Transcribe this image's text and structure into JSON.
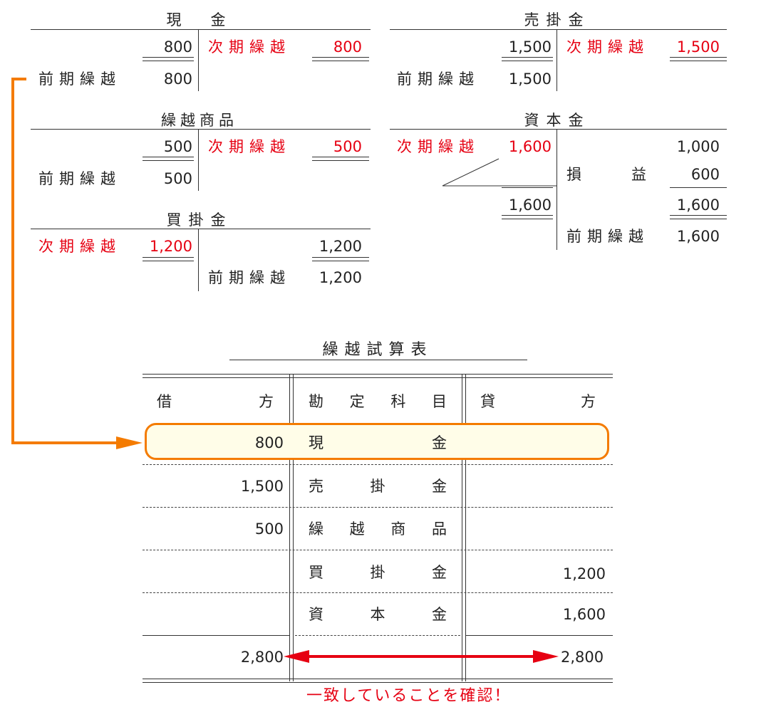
{
  "ledgers": {
    "cash": {
      "title": "現　金",
      "cr_carry_label": "次期繰越",
      "cr_carry_amount": "800",
      "dr_amount": "800",
      "dr_brought_label": "前期繰越",
      "dr_brought_amount": "800"
    },
    "receivables": {
      "title": "売掛金",
      "cr_carry_label": "次期繰越",
      "cr_carry_amount": "1,500",
      "dr_amount": "1,500",
      "dr_brought_label": "前期繰越",
      "dr_brought_amount": "1,500"
    },
    "inventory": {
      "title": "繰越商品",
      "cr_carry_label": "次期繰越",
      "cr_carry_amount": "500",
      "dr_amount": "500",
      "dr_brought_label": "前期繰越",
      "dr_brought_amount": "500"
    },
    "capital": {
      "title": "資本金",
      "dr_carry_label": "次期繰越",
      "dr_carry_amount": "1,600",
      "cr_amount": "1,000",
      "profit_label": "損　益",
      "profit_amount": "600",
      "dr_total": "1,600",
      "cr_total": "1,600",
      "cr_brought_label": "前期繰越",
      "cr_brought_amount": "1,600"
    },
    "payables": {
      "title": "買掛金",
      "dr_carry_label": "次期繰越",
      "dr_carry_amount": "1,200",
      "cr_amount": "1,200",
      "cr_brought_label": "前期繰越",
      "cr_brought_amount": "1,200"
    }
  },
  "trial_balance": {
    "title": "繰越試算表",
    "headers": {
      "debit": [
        "借",
        "方"
      ],
      "account": [
        "勘",
        "定",
        "科",
        "目"
      ],
      "credit": [
        "貸",
        "方"
      ]
    },
    "rows": [
      {
        "debit": "800",
        "account": [
          "現",
          "金"
        ],
        "credit": ""
      },
      {
        "debit": "1,500",
        "account": [
          "売",
          "掛",
          "金"
        ],
        "credit": ""
      },
      {
        "debit": "500",
        "account": [
          "繰",
          "越",
          "商",
          "品"
        ],
        "credit": ""
      },
      {
        "debit": "",
        "account": [
          "買",
          "掛",
          "金"
        ],
        "credit": "1,200"
      },
      {
        "debit": "",
        "account": [
          "資",
          "本",
          "金"
        ],
        "credit": "1,600"
      }
    ],
    "totals": {
      "debit": "2,800",
      "credit": "2,800"
    }
  },
  "note": "一致していることを確認！",
  "colors": {
    "red": "#e60012",
    "orange": "#f47b00",
    "highlight_fill": "#fffde8"
  }
}
